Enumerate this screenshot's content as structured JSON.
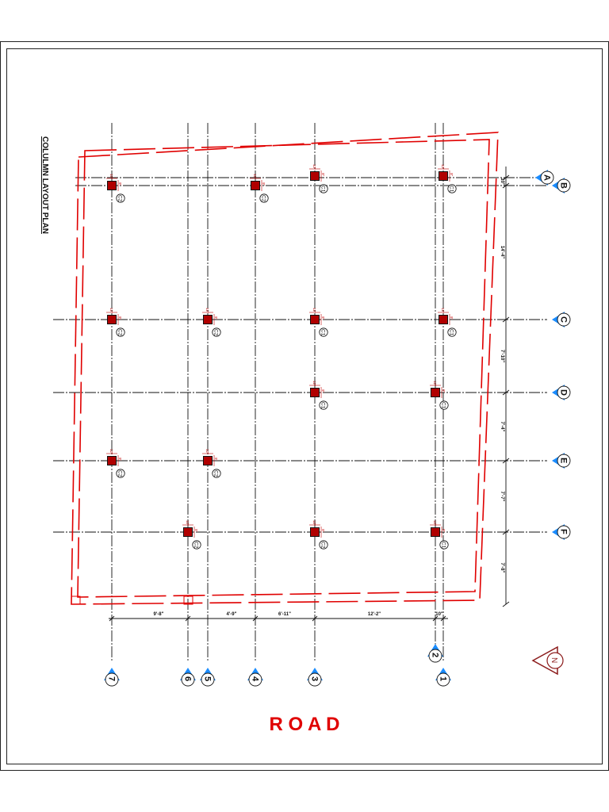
{
  "title": "COLULMN LAYOUT PLAN",
  "road_label": "R O A D",
  "north_label": "N",
  "colors": {
    "wall": "#e00000",
    "column": "#b00000",
    "bubble_marker": "#1a8cff",
    "road": "#e00000"
  },
  "row_grid_labels": [
    "A",
    "B",
    "C",
    "D",
    "E",
    "F"
  ],
  "column_grid_labels": [
    "1",
    "2",
    "3",
    "4",
    "5",
    "6",
    "7"
  ],
  "right_dimensions": [
    "10\"",
    "14'-4\"",
    "7'-10\"",
    "7'-4\"",
    "7'-7\"",
    "7'-8\""
  ],
  "bottom_dimensions": [
    "9'-8\"",
    "4'-9\"",
    "6'-11\"",
    "12'-2\"",
    "10\""
  ],
  "column_tags": [
    "C1",
    "C1",
    "C2",
    "C2",
    "C1",
    "C1",
    "C2",
    "C2",
    "C1",
    "C1",
    "C2",
    "C2",
    "C2",
    "C1",
    "C2",
    "C1"
  ],
  "column_dims": {
    "width": "12\"",
    "depth": "9\""
  }
}
